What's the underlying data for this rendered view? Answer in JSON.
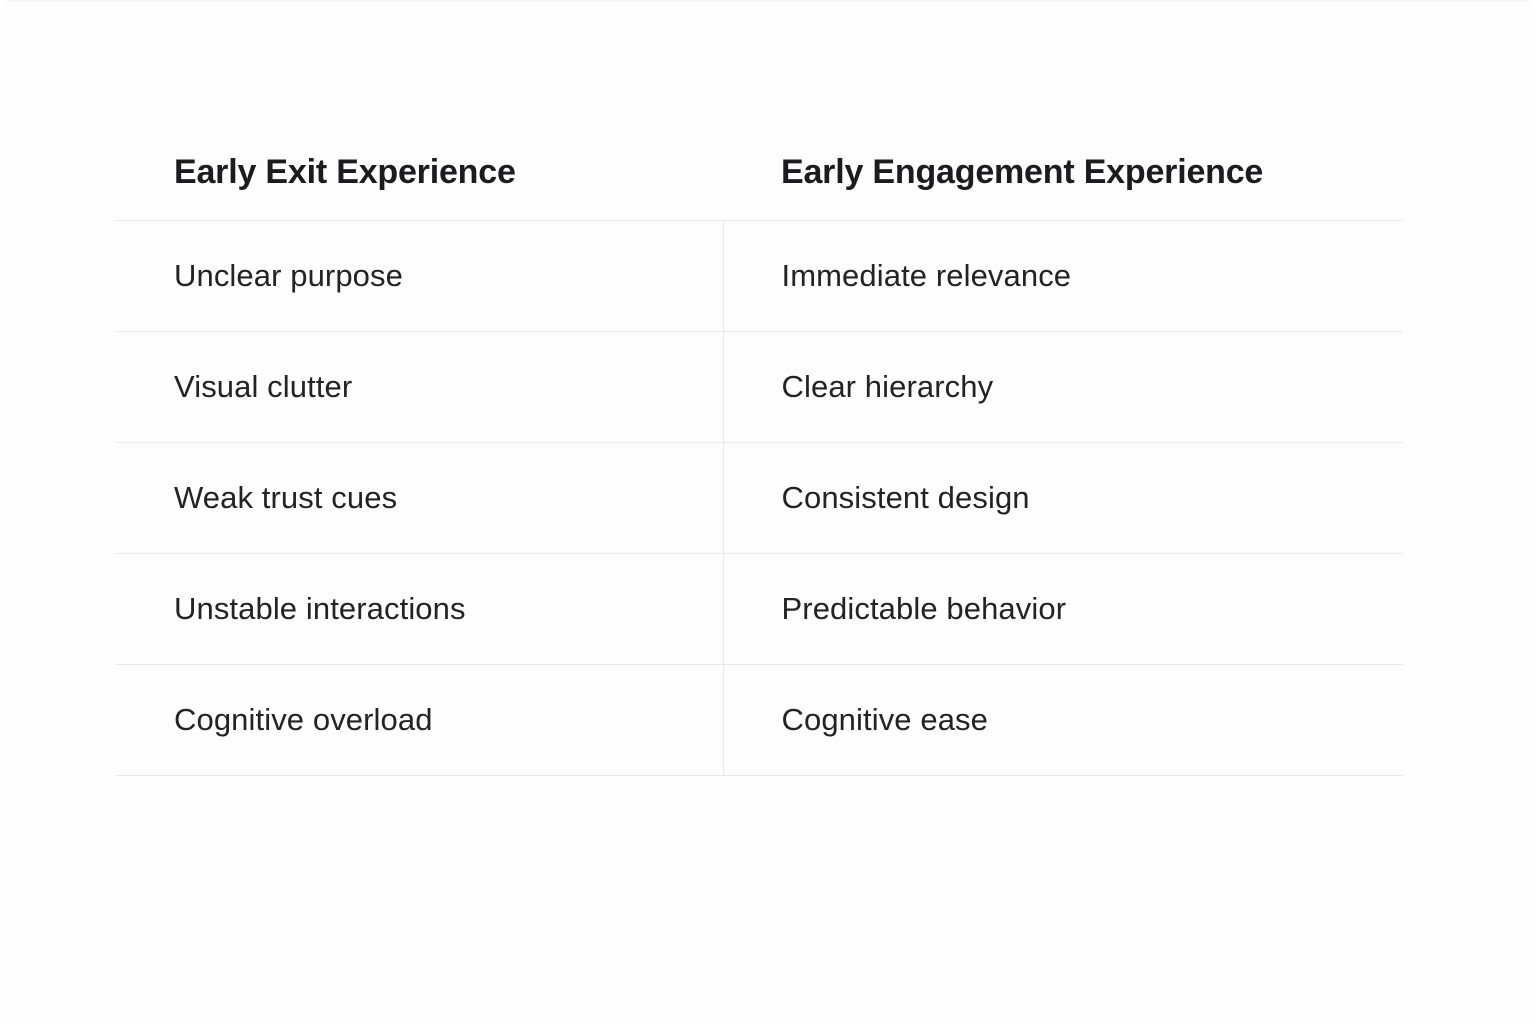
{
  "table": {
    "columns": [
      {
        "header": "Early Exit Experience"
      },
      {
        "header": "Early Engagement Experience"
      }
    ],
    "rows": [
      {
        "left": "Unclear purpose",
        "right": "Immediate relevance"
      },
      {
        "left": "Visual clutter",
        "right": "Clear hierarchy"
      },
      {
        "left": "Weak trust cues",
        "right": "Consistent design"
      },
      {
        "left": "Unstable interactions",
        "right": "Predictable behavior"
      },
      {
        "left": "Cognitive overload",
        "right": "Cognitive ease"
      }
    ]
  },
  "colors": {
    "background": "#fdfdfd",
    "header_text": "#1b1b20",
    "body_text": "#232323",
    "rule": "#e9e9e9"
  }
}
